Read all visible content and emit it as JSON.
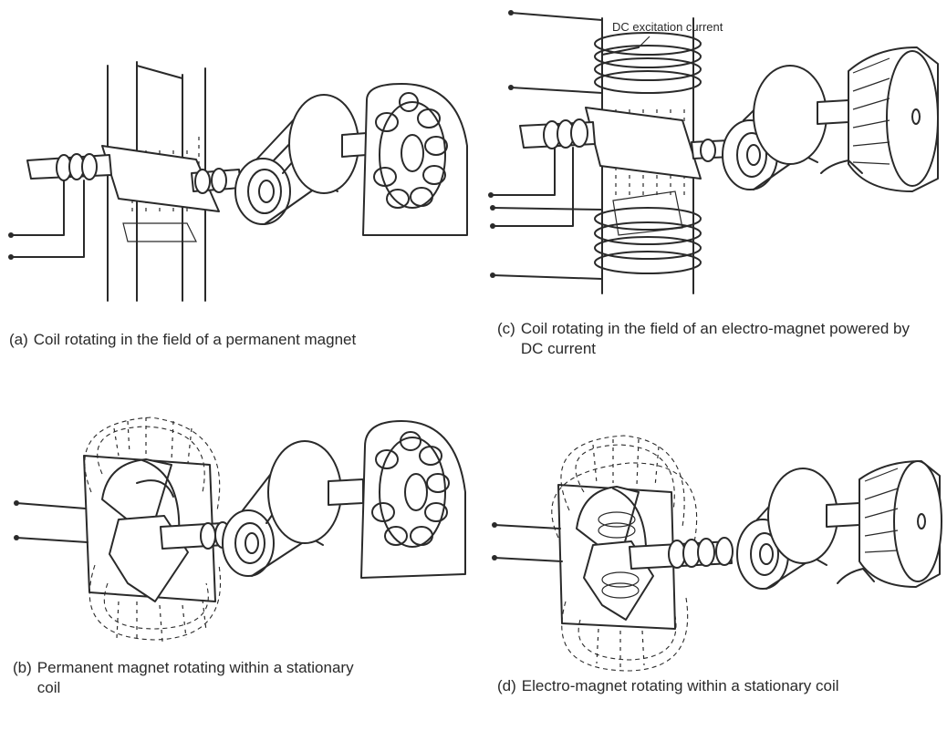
{
  "panels": [
    {
      "id": "a",
      "tag": "(a)",
      "text": "Coil rotating in the field of a permanent magnet"
    },
    {
      "id": "b",
      "tag": "(b)",
      "text": "Permanent magnet rotating within a stationary coil"
    },
    {
      "id": "c",
      "tag": "(c)",
      "text": "Coil rotating in the field of an electro-magnet powered by DC current"
    },
    {
      "id": "d",
      "tag": "(d)",
      "text": "Electro-magnet rotating within a stationary coil"
    }
  ],
  "annotations": {
    "dc_excitation": "DC excitation current"
  },
  "colors": {
    "ink": "#2a2a2a",
    "paper": "#ffffff"
  }
}
